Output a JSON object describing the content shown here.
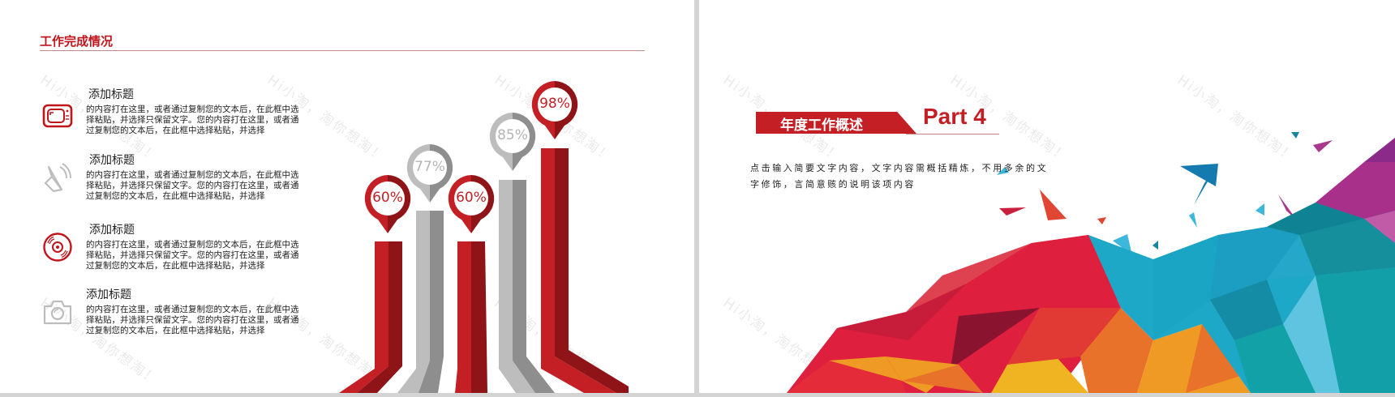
{
  "left_slide": {
    "section_title": "工作完成情况",
    "items": [
      {
        "title": "添加标题",
        "icon": "tv-icon",
        "icon_color": "#c0151b",
        "body": "的内容打在这里，或者通过复制您的文本后，在此框中选择粘贴，并选择只保留文字。您的内容打在这里，或者通过复制您的文本后，在此框中选择粘贴，并选择"
      },
      {
        "title": "添加标题",
        "icon": "speaker-icon",
        "icon_color": "#bdbdbd",
        "body": "的内容打在这里，或者通过复制您的文本后，在此框中选择粘贴，并选择只保留文字。您的内容打在这里，或者通过复制您的文本后，在此框中选择粘贴，并选择"
      },
      {
        "title": "添加标题",
        "icon": "disc-icon",
        "icon_color": "#c0151b",
        "body": "的内容打在这里，或者通过复制您的文本后，在此框中选择粘贴，并选择只保留文字。您的内容打在这里，或者通过复制您的文本后，在此框中选择粘贴，并选择"
      },
      {
        "title": "添加标题",
        "icon": "camera-icon",
        "icon_color": "#bdbdbd",
        "body": "的内容打在这里，或者通过复制您的文本后，在此框中选择粘贴，并选择只保留文字。您的内容打在这里，或者通过复制您的文本后，在此框中选择粘贴，并选择"
      }
    ],
    "bars": [
      {
        "label": "60%",
        "value": 60,
        "color": "red"
      },
      {
        "label": "77%",
        "value": 77,
        "color": "gray"
      },
      {
        "label": "60%",
        "value": 60,
        "color": "red"
      },
      {
        "label": "85%",
        "value": 85,
        "color": "gray"
      },
      {
        "label": "98%",
        "value": 98,
        "color": "red"
      }
    ]
  },
  "right_slide": {
    "banner_title": "年度工作概述",
    "part_label": "Part 4",
    "description_line1": "点击输入简要文字内容，文字内容需概括精炼，不用多余的文",
    "description_line2": "字修饰，言简意赅的说明该项内容"
  },
  "watermark": "Hi小淘，淘你想淘！",
  "colors": {
    "accent_red": "#c41f25",
    "dark_red": "#8f1418",
    "gray_light": "#bdbdbd",
    "gray_dark": "#8e8e8e"
  }
}
